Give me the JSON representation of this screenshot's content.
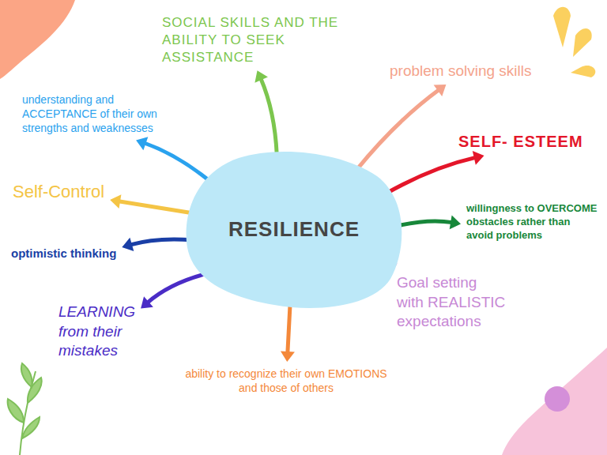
{
  "diagram": {
    "nodes": [
      {
        "text": [
          "RESILIENCE"
        ]
      },
      {
        "text": [
          "SOCIAL SKILLS AND THE ABILITY TO SEEK ASSISTANCE"
        ]
      },
      {
        "text": [
          "problem solving skills"
        ]
      },
      {
        "text": [
          "understanding and ACCEPTANCE of their own strengths and weaknesses"
        ]
      },
      {
        "text": [
          "SELF- ESTEEM"
        ]
      },
      {
        "text": [
          "Self-Control"
        ]
      },
      {
        "text": [
          "willingness to OVERCOME obstacles rather than avoid problems"
        ]
      },
      {
        "text": [
          "optimistic thinking"
        ]
      },
      {
        "text": [
          "Goal setting with REALISTIC expectations"
        ]
      },
      {
        "text": [
          "LEARNING from their mistakes"
        ]
      },
      {
        "text": [
          "ability to recognize their own EMOTIONS and those of others"
        ]
      }
    ],
    "edges": [
      {
        "from": 0,
        "to": 1,
        "arrow": "to"
      },
      {
        "from": 0,
        "to": 2,
        "arrow": "to"
      },
      {
        "from": 0,
        "to": 3,
        "arrow": "to"
      },
      {
        "from": 0,
        "to": 4,
        "arrow": "to"
      },
      {
        "from": 0,
        "to": 5,
        "arrow": "to"
      },
      {
        "from": 0,
        "to": 6,
        "arrow": "to"
      },
      {
        "from": 0,
        "to": 7,
        "arrow": "to"
      },
      {
        "from": 0,
        "to": 8,
        "arrow": "to"
      },
      {
        "from": 0,
        "to": 9,
        "arrow": "to"
      },
      {
        "from": 0,
        "to": 10,
        "arrow": "to"
      }
    ]
  }
}
